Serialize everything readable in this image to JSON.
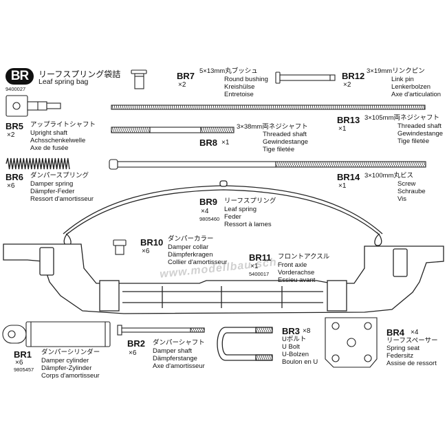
{
  "bag": {
    "badge": "BR",
    "title_jp": "リーフスプリング袋詰",
    "title_en": "Leaf spring bag",
    "code": "9400027"
  },
  "parts": {
    "br7": {
      "id": "BR7",
      "qty": "×2",
      "lines": [
        "5×13mm丸ブッシュ",
        "Round bushing",
        "Kreishülse",
        "Entretoise"
      ]
    },
    "br12": {
      "id": "BR12",
      "qty": "×2",
      "lines": [
        "3×19mmリンクピン",
        "Link pin",
        "Lenkerbolzen",
        "Axe d'articulation"
      ]
    },
    "br5": {
      "id": "BR5",
      "qty": "×2",
      "lines": [
        "アップライトシャフト",
        "Upright shaft",
        "Achsschenkelwelle",
        "Axe de fusée"
      ]
    },
    "br13": {
      "id": "BR13",
      "qty": "×1",
      "lines": [
        "3×105mm両ネジシャフト",
        "Threaded shaft",
        "Gewindestange",
        "Tige filetée"
      ]
    },
    "br8": {
      "id": "BR8",
      "qty": "×1",
      "lines": [
        "3×38mm両ネジシャフト",
        "Threaded shaft",
        "Gewindestange",
        "Tige filetée"
      ]
    },
    "br6": {
      "id": "BR6",
      "qty": "×6",
      "lines": [
        "ダンパースプリング",
        "Damper spring",
        "Dämpfer-Feder",
        "Ressort d'amortisseur"
      ]
    },
    "br14": {
      "id": "BR14",
      "qty": "×1",
      "lines": [
        "3×100mm丸ビス",
        "Screw",
        "Schraube",
        "Vis"
      ]
    },
    "br9": {
      "id": "BR9",
      "qty": "×4",
      "code": "9805460",
      "lines": [
        "リーフスプリング",
        "Leaf spring",
        "Feder",
        "Ressort à lames"
      ]
    },
    "br10": {
      "id": "BR10",
      "qty": "×6",
      "lines": [
        "ダンパーカラー",
        "Damper collar",
        "Dämpferkragen",
        "Collier d'amortisseur"
      ]
    },
    "br11": {
      "id": "BR11",
      "qty": "×1",
      "code": "5400017",
      "lines": [
        "フロントアクスル",
        "Front axle",
        "Vorderachse",
        "Essieu avant"
      ]
    },
    "br1": {
      "id": "BR1",
      "qty": "×6",
      "code": "9805457",
      "lines": [
        "ダンパーシリンダー",
        "Damper cylinder",
        "Dämpfer-Zylinder",
        "Corps d'amortisseur"
      ]
    },
    "br2": {
      "id": "BR2",
      "qty": "×6",
      "lines": [
        "ダンパーシャフト",
        "Damper shaft",
        "Dämpferstange",
        "Axe d'amortisseur"
      ]
    },
    "br3": {
      "id": "BR3",
      "qty": "×8",
      "lines": [
        "Uボルト",
        "U Bolt",
        "U-Bolzen",
        "Boulon en U"
      ]
    },
    "br4": {
      "id": "BR4",
      "qty": "×4",
      "lines": [
        "リーフスペーサー",
        "Spring seat",
        "Federsitz",
        "Assise de ressort"
      ]
    }
  },
  "watermark": "www.modellbau-sch..."
}
